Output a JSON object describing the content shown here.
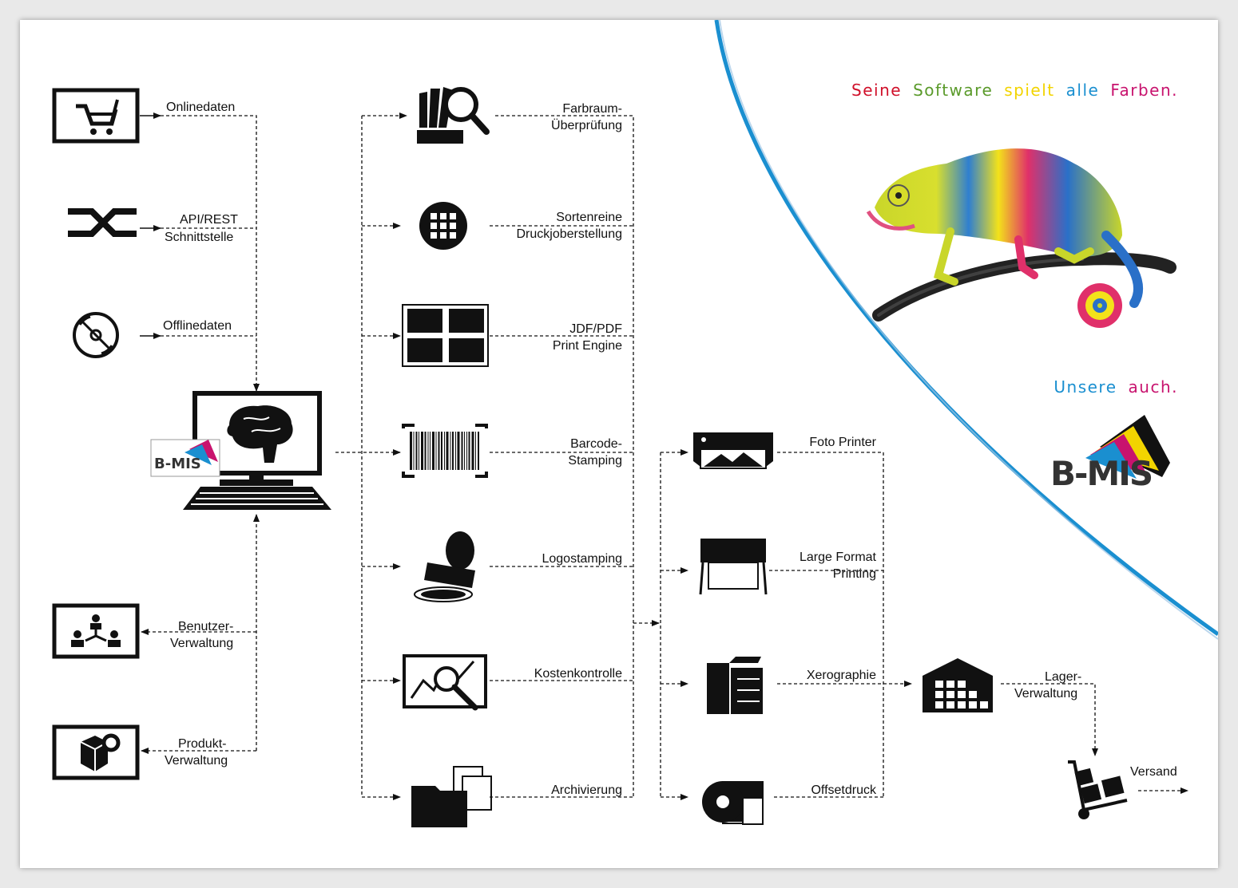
{
  "brand": {
    "slogan_1": [
      {
        "text": "Seine",
        "color": "#d0102a"
      },
      {
        "text": "Software",
        "color": "#5a9a2a"
      },
      {
        "text": "spielt",
        "color": "#f2d400"
      },
      {
        "text": "alle",
        "color": "#1a8fd0"
      },
      {
        "text": "Farben.",
        "color": "#c8136e"
      }
    ],
    "slogan_2": [
      {
        "text": "Unsere",
        "color": "#1a8fd0"
      },
      {
        "text": "auch.",
        "color": "#c8136e"
      }
    ],
    "logo_text": "B-MIS",
    "accent_color": "#1a8fd0",
    "chameleon_image": "chameleon-illustration"
  },
  "inputs": {
    "online": {
      "line1": "Onlinedaten",
      "icon": "shopping-cart-icon"
    },
    "api": {
      "line1": "API/REST",
      "line2": "Schnittstelle",
      "icon": "shuffle-icon"
    },
    "offline": {
      "line1": "Offlinedaten",
      "icon": "disc-icon"
    },
    "users": {
      "line1": "Benutzer-",
      "line2": "Verwaltung",
      "icon": "user-group-icon"
    },
    "products": {
      "line1": "Produkt-",
      "line2": "Verwaltung",
      "icon": "product-gear-icon"
    }
  },
  "core": {
    "icon": "brain-computer-icon",
    "badge": "B-MIS"
  },
  "processes": [
    {
      "line1": "Farbraum-",
      "line2": "Überprüfung",
      "icon": "color-fan-magnifier-icon"
    },
    {
      "line1": "Sortenreine",
      "line2": "Druckjoberstellung",
      "icon": "grid-circle-icon"
    },
    {
      "line1": "JDF/PDF",
      "line2": "Print Engine",
      "icon": "imposition-sheet-icon"
    },
    {
      "line1": "Barcode-",
      "line2": "Stamping",
      "icon": "barcode-icon"
    },
    {
      "line1": "Logostamping",
      "line2": "",
      "icon": "stamp-icon"
    },
    {
      "line1": "Kostenkontrolle",
      "line2": "",
      "icon": "chart-magnifier-icon"
    },
    {
      "line1": "Archivierung",
      "line2": "",
      "icon": "folder-archive-icon"
    }
  ],
  "printers": [
    {
      "line1": "Foto Printer",
      "line2": "",
      "icon": "photo-printer-icon"
    },
    {
      "line1": "Large Format",
      "line2": "Printing",
      "icon": "large-format-printer-icon"
    },
    {
      "line1": "Xerographie",
      "line2": "",
      "icon": "copier-icon"
    },
    {
      "line1": "Offsetdruck",
      "line2": "",
      "icon": "paper-roll-icon"
    }
  ],
  "logistics": {
    "warehouse": {
      "line1": "Lager-",
      "line2": "Verwaltung",
      "icon": "warehouse-icon"
    },
    "shipping": {
      "line1": "Versand",
      "icon": "hand-truck-icon"
    }
  }
}
